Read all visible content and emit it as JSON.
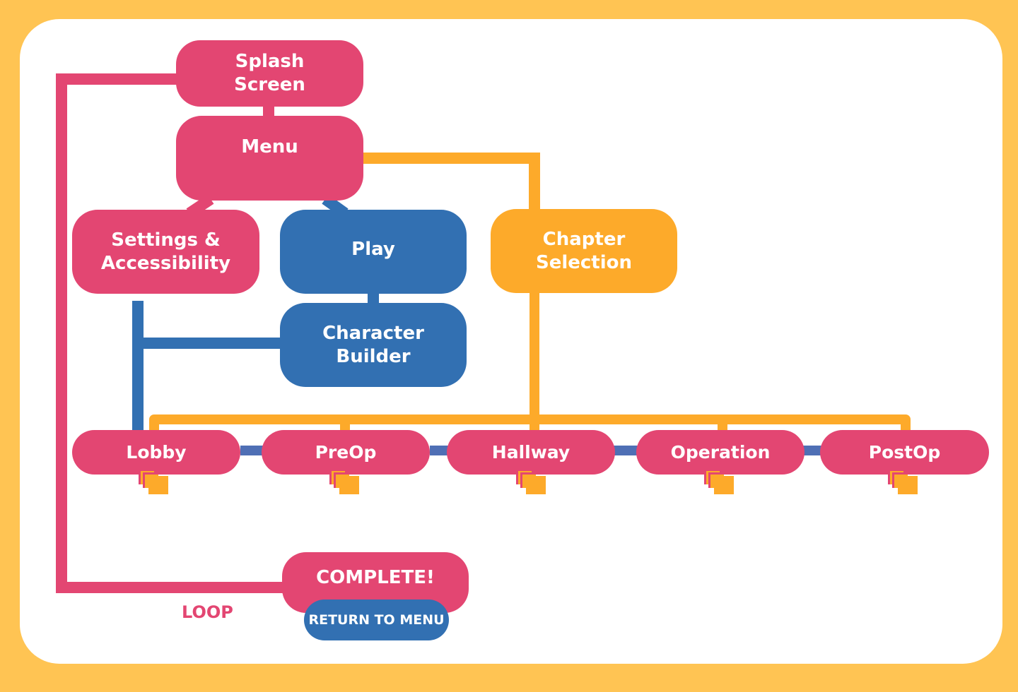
{
  "colors": {
    "pink": "#E34672",
    "blue": "#3270B2",
    "orange": "#FDAA2A",
    "connector_blue": "#4F6FB5",
    "background": "#FFC453",
    "card": "#FFFFFF"
  },
  "nodes": {
    "splash_screen": [
      "Splash",
      "Screen"
    ],
    "menu": "Menu",
    "settings": [
      "Settings &",
      "Accessibility"
    ],
    "play": "Play",
    "character_builder": [
      "Character",
      "Builder"
    ],
    "chapter_selection": [
      "Chapter",
      "Selection"
    ],
    "complete": "COMPLETE!",
    "return_to_menu": "RETURN TO MENU"
  },
  "chapters": [
    {
      "id": "lobby",
      "label": "Lobby",
      "icon": "pages-stack-icon"
    },
    {
      "id": "preop",
      "label": "PreOp",
      "icon": "pages-stack-icon"
    },
    {
      "id": "hallway",
      "label": "Hallway",
      "icon": "pages-stack-icon"
    },
    {
      "id": "operation",
      "label": "Operation",
      "icon": "pages-stack-icon"
    },
    {
      "id": "postop",
      "label": "PostOp",
      "icon": "pages-stack-icon"
    }
  ],
  "loop_label": "LOOP"
}
